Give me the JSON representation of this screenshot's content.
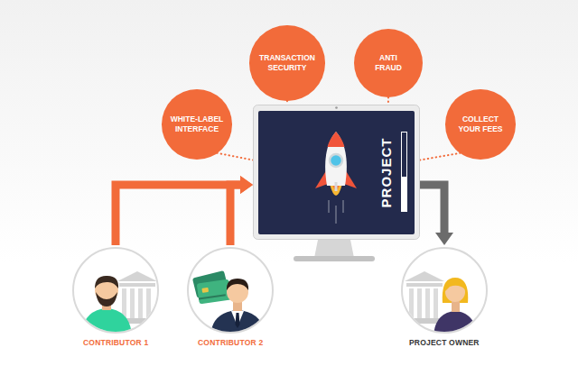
{
  "diagram": {
    "nodes": [
      {
        "text": [
          "WHITE-LABEL INTERFACE"
        ]
      },
      {
        "text": [
          "TRANSACTION SECURITY"
        ]
      },
      {
        "text": [
          "ANTI FRAUD"
        ]
      },
      {
        "text": [
          "COLLECT YOUR FEES"
        ]
      },
      {
        "text": [
          "PROJECT"
        ]
      },
      {
        "text": [
          "CONTRIBUTOR 1"
        ]
      },
      {
        "text": [
          "CONTRIBUTOR 2"
        ]
      },
      {
        "text": [
          "PROJECT OWNER"
        ]
      }
    ],
    "edges": [
      {
        "from": 0,
        "to": 4,
        "arrow": "none"
      },
      {
        "from": 1,
        "to": 4,
        "arrow": "none"
      },
      {
        "from": 2,
        "to": 4,
        "arrow": "none"
      },
      {
        "from": 3,
        "to": 4,
        "arrow": "none"
      },
      {
        "from": 5,
        "to": 4,
        "arrow": "to"
      },
      {
        "from": 6,
        "to": 4,
        "arrow": "to"
      },
      {
        "from": 4,
        "to": 7,
        "arrow": "to"
      }
    ]
  }
}
